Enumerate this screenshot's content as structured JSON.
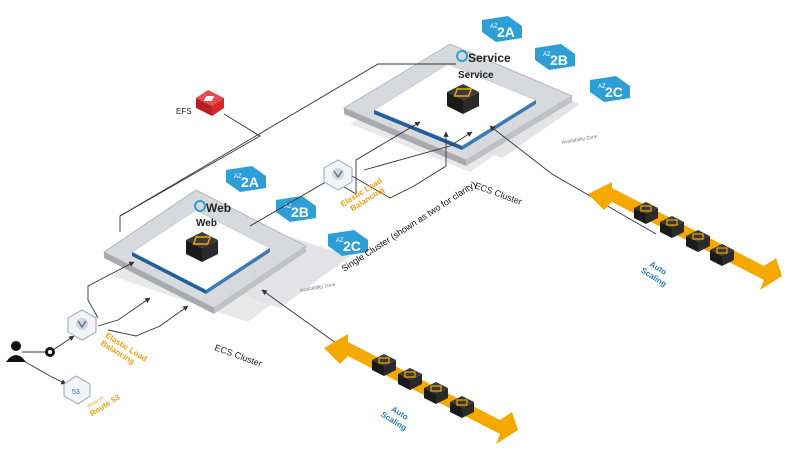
{
  "az_labels": {
    "service_a": "2A",
    "service_b": "2B",
    "service_c": "2C",
    "web_a": "2A",
    "web_b": "2B",
    "web_c": "2C",
    "prefix": "AZ"
  },
  "service_cluster": {
    "title": "Service",
    "inner_label": "Service",
    "ecs_label": "ECS Cluster",
    "availability_zone_label": "Availability Zone"
  },
  "web_cluster": {
    "title": "Web",
    "inner_label": "Web",
    "ecs_label": "ECS Cluster",
    "availability_zone_label": "Availability Zone"
  },
  "efs_label": "EFS",
  "elb_top": {
    "line1": "Elastic Load",
    "line2": "Balancing"
  },
  "elb_bottom": {
    "line1": "Elastic Load",
    "line2": "Balancing"
  },
  "single_cluster_note": "Single Cluster (shown as two for clarity)",
  "auto_scaling_right": {
    "line1": "Auto",
    "line2": "Scaling"
  },
  "auto_scaling_bottom": {
    "line1": "Auto",
    "line2": "Scaling"
  },
  "route53": {
    "line1": "Amazon",
    "line2": "Route 53"
  },
  "colors": {
    "az_blue": "#2e9fd6",
    "orange": "#f5a800",
    "red": "#d9262c",
    "label_orange": "#e8a21b",
    "label_blue": "#2a7ab8",
    "line": "#333333"
  }
}
